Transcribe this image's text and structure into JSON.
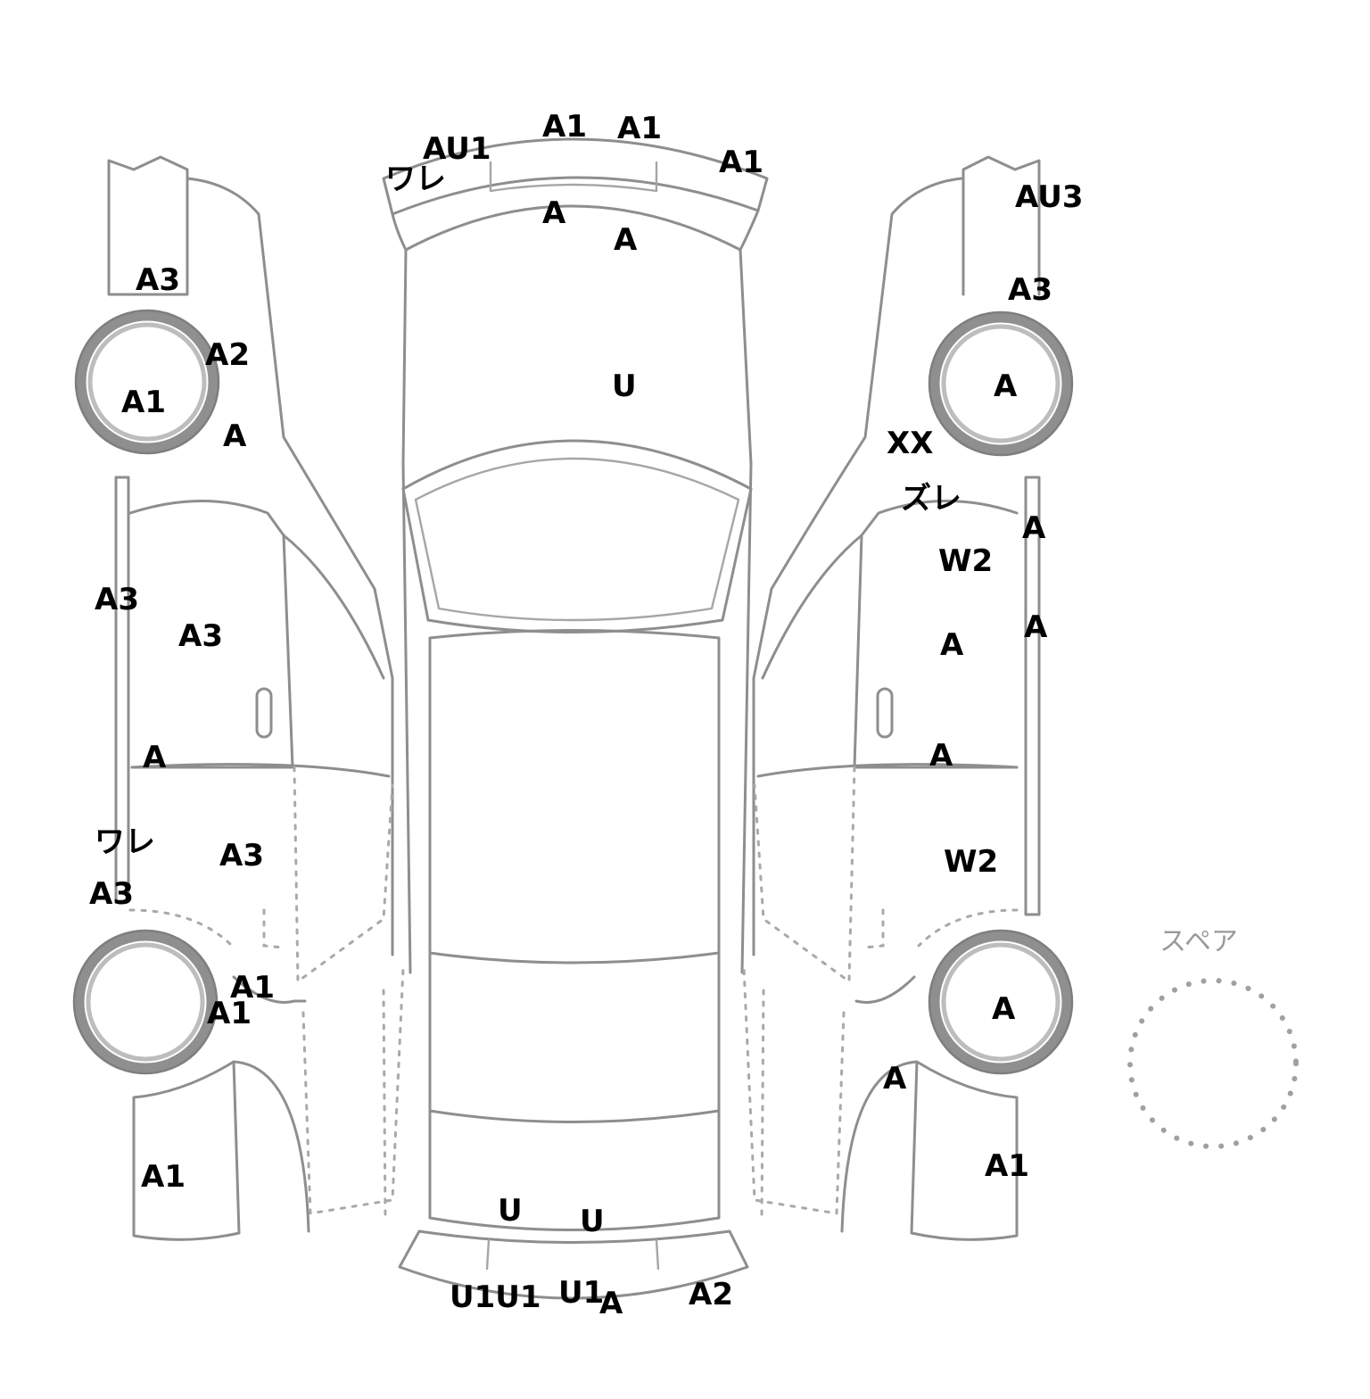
{
  "diagram": {
    "spare_label": "スペア",
    "marks": [
      "AU1",
      "ワレ",
      "A1",
      "A1",
      "A1",
      "A",
      "A",
      "U",
      "A3",
      "A2",
      "A1",
      "A",
      "A3",
      "A3",
      "A",
      "ワレ",
      "A3",
      "A3",
      "A1",
      "A1",
      "A1",
      "AU3",
      "A3",
      "A",
      "XX",
      "ズレ",
      "A",
      "W2",
      "A",
      "A",
      "A",
      "W2",
      "A",
      "A",
      "A1",
      "U",
      "U",
      "U1U1",
      "U1",
      "A",
      "A2"
    ]
  }
}
